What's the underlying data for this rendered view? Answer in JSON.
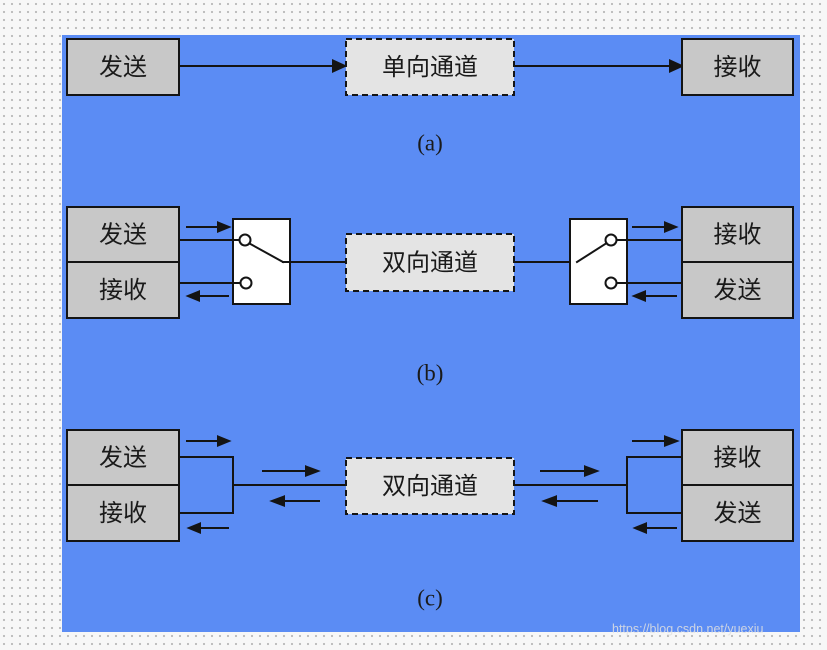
{
  "colors": {
    "panel": "#5b8cf4",
    "box": "#c8c8c8",
    "channel": "#e4e4e4",
    "line": "#141414",
    "switch": "#ffffff"
  },
  "section_a": {
    "sender": "发送",
    "channel": "单向通道",
    "receiver": "接收",
    "caption": "(a)"
  },
  "section_b": {
    "left_top": "发送",
    "left_bottom": "接收",
    "channel": "双向通道",
    "right_top": "接收",
    "right_bottom": "发送",
    "caption": "(b)"
  },
  "section_c": {
    "left_top": "发送",
    "left_bottom": "接收",
    "channel": "双向通道",
    "right_top": "接收",
    "right_bottom": "发送",
    "caption": "(c)"
  },
  "watermark": "https://blog.csdn.net/yuexiu"
}
